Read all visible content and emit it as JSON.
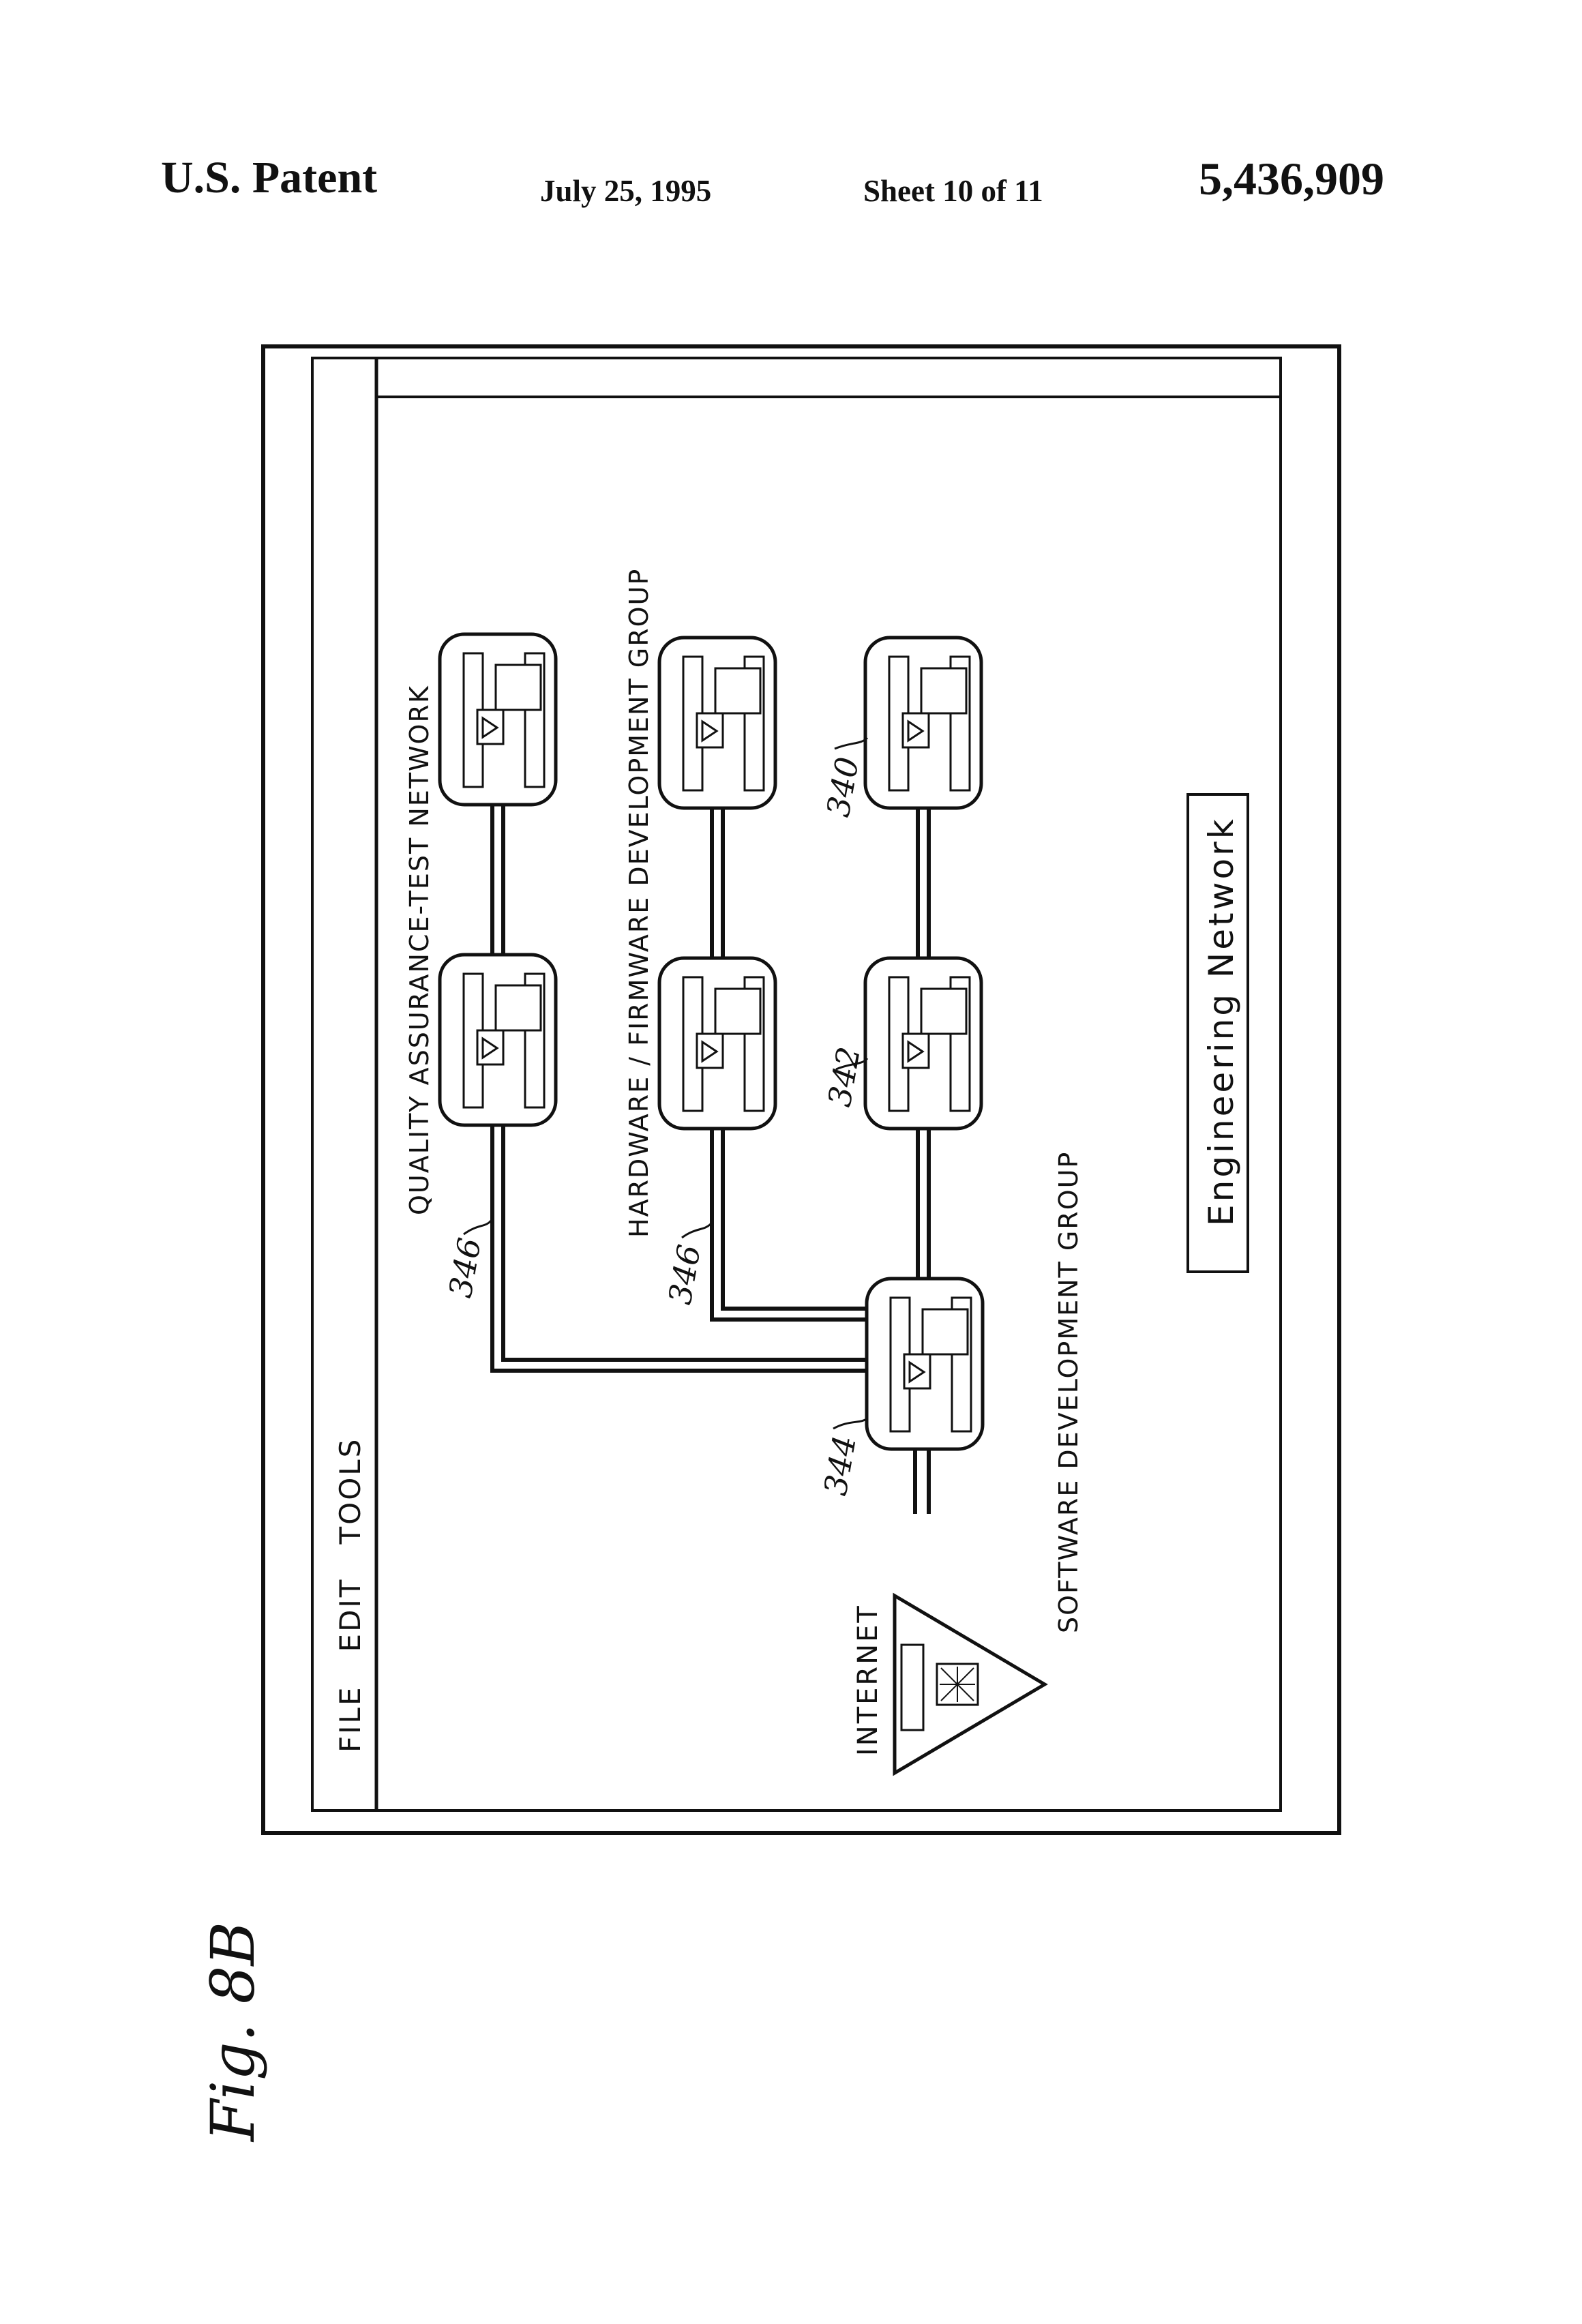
{
  "header": {
    "patent_label": "U.S. Patent",
    "date": "July 25, 1995",
    "sheet": "Sheet 10 of 11",
    "patent_number": "5,436,909"
  },
  "figure_label": "Fig. 8B",
  "window": {
    "menu_bar": "FILE   EDIT   TOOLS",
    "caption": "Engineering Network"
  },
  "groups": {
    "qa": "QUALITY ASSURANCE-TEST NETWORK",
    "hw": "HARDWARE / FIRMWARE DEVELOPMENT GROUP",
    "sw": "SOFTWARE DEVELOPMENT GROUP"
  },
  "nodes": {
    "internet": "INTERNET"
  },
  "refs": {
    "r346a": "346",
    "r346b": "346",
    "r344": "344",
    "r342": "342",
    "r340": "340"
  }
}
